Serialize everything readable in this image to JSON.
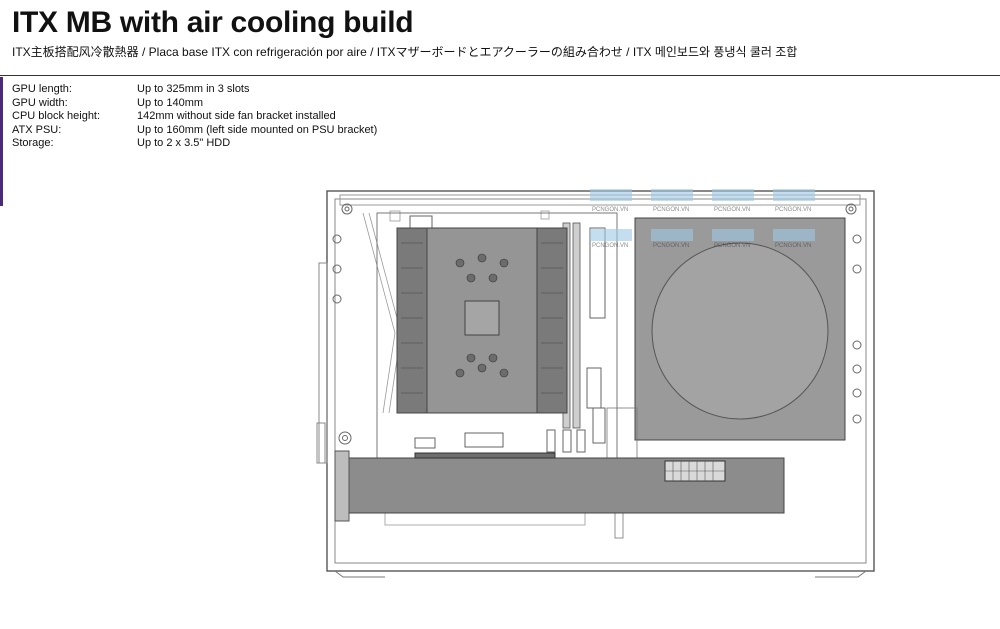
{
  "header": {
    "title": "ITX MB with air cooling build",
    "subtitle": "ITX主板搭配风冷散熱器 / Placa base ITX con refrigeración por aire / ITXマザーボードとエアクーラーの組み合わせ / ITX 메인보드와 풍냉식 쿨러 조합"
  },
  "specs": [
    {
      "label": "GPU length:",
      "value": "Up to 325mm in 3 slots"
    },
    {
      "label": "GPU width:",
      "value": "Up to 140mm"
    },
    {
      "label": "CPU block height:",
      "value": "142mm without side fan bracket installed"
    },
    {
      "label": "ATX PSU:",
      "value": "Up to 160mm (left side mounted on PSU bracket)"
    },
    {
      "label": "Storage:",
      "value": "Up to 2 x 3.5\" HDD"
    }
  ],
  "watermark": {
    "text": "PCNGON.VN"
  },
  "colors": {
    "accent": "#4b2a7a",
    "line": "#555555",
    "cooler_fill": "#8a8a8a",
    "psu_fill": "#9a9a9a",
    "gpu_fill": "#8c8c8c",
    "watermark": "#9ec9e6"
  }
}
